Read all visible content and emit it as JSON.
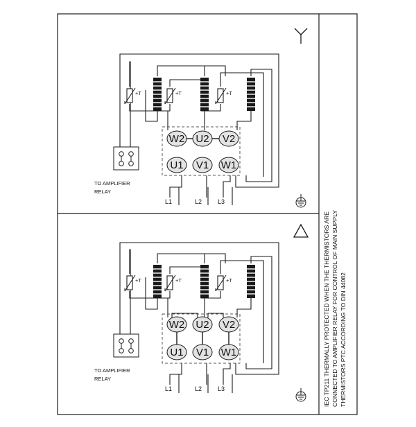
{
  "panels": [
    {
      "connection": "star",
      "symbol_icon": "star-connection-icon",
      "terminals_top": [
        "W2",
        "U2",
        "V2"
      ],
      "terminals_bottom": [
        "U1",
        "V1",
        "W1"
      ],
      "thermistor_label": "+T",
      "relay_label_1": "TO AMPLIFIER",
      "relay_label_2": "RELAY",
      "lines": [
        "L1",
        "L2",
        "L3"
      ]
    },
    {
      "connection": "delta",
      "symbol_icon": "delta-connection-icon",
      "terminals_top": [
        "W2",
        "U2",
        "V2"
      ],
      "terminals_bottom": [
        "U1",
        "V1",
        "W1"
      ],
      "thermistor_label": "+T",
      "relay_label_1": "TO AMPLIFIER",
      "relay_label_2": "RELAY",
      "lines": [
        "L1",
        "L2",
        "L3"
      ]
    }
  ],
  "note_lines": [
    "IEC TP211 THERMALLY PROTECTED WHEN THE THERMISTORS ARE",
    "CONNECTED TO AMPLIFIER RELAY FOR CONTROL OF MAIN SUPPLY",
    "THERMISTORS PTC ACCORDING TO DIN 44082"
  ],
  "colors": {
    "line": "#1a1a1a",
    "terminal_fill": "#e3e3e3",
    "dashed": "#555555"
  }
}
